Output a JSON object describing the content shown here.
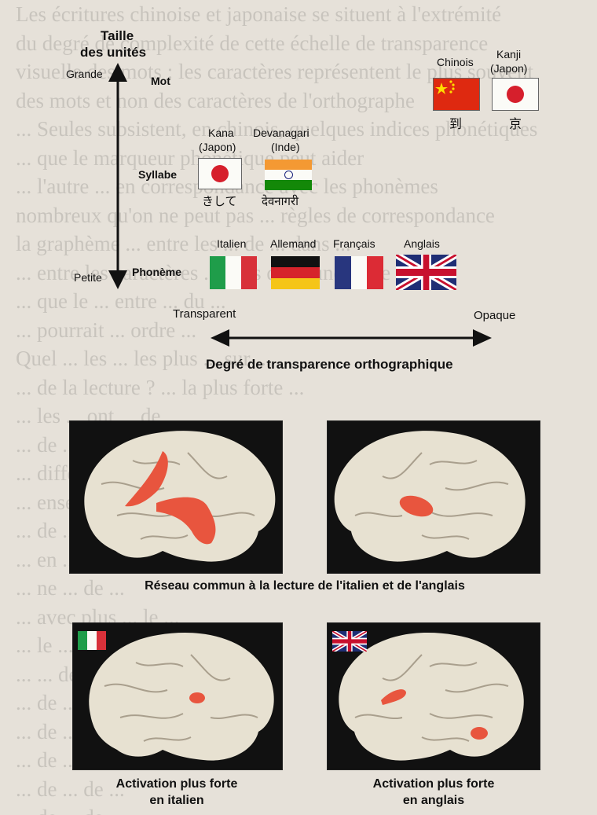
{
  "background_text": [
    "Les écritures chinoise et japonaise se situent à l'extrémité",
    "du degré de complexité de cette échelle de transparence",
    "visuelle des mots : les caractères représentent le plus souvent",
    "des mots et non des caractères de l'orthographe",
    "... Seules subsistent, en chinois, quelques indices phonétiques",
    "... que le marqueur phonétique peut aider",
    "... l'autre ... en correspondance avec les phonèmes",
    "nombreux qu'on ne peut pas ... règles de correspondance",
    "la graphème ... entre les ... de ... dans ...",
    "... entre les caractères ... sans que l'une règle ...",
    "... que le ... entre ... du ...",
    "... pourrait ... ordre ...",
    "Quel ... les ... les plus ... sur ...",
    "... de la lecture ? ... la plus forte ...",
    "... les ... ont ... de ...",
    "... de ... de ...",
    "... différentes ... des ...",
    "... ensemble ... tous ...",
    "... de ... avec ...",
    "... en ... du ...",
    "... ne ... de ...",
    "... avec plus ... le ...",
    "... le ... de ...",
    "... ... de ...",
    "... de ... de ...",
    "... de ... et ...",
    "... de ... de ...",
    "... de ... de ...",
    "... de ... de ..."
  ],
  "axis_y": {
    "title_line1": "Taille",
    "title_line2": "des unités",
    "top_label": "Grande",
    "bottom_label": "Petite",
    "levels": {
      "mot": "Mot",
      "syllabe": "Syllabe",
      "phoneme": "Phonème"
    }
  },
  "axis_x": {
    "left_label": "Transparent",
    "right_label": "Opaque",
    "title": "Degré de transparence orthographique"
  },
  "languages": [
    {
      "name": "Chinois",
      "script": "到"
    },
    {
      "name": "Kanji",
      "sub": "(Japon)",
      "script": "京"
    },
    {
      "name": "Kana",
      "sub": "(Japon)",
      "script": "きして"
    },
    {
      "name": "Devanagari",
      "sub": "(Inde)",
      "script": "देवनागरी"
    },
    {
      "name": "Italien"
    },
    {
      "name": "Allemand"
    },
    {
      "name": "Français"
    },
    {
      "name": "Anglais"
    }
  ],
  "captions": {
    "common": "Réseau commun à la lecture de l'italien et de l'anglais",
    "italian_line1": "Activation plus forte",
    "italian_line2": "en italien",
    "english_line1": "Activation plus forte",
    "english_line2": "en anglais"
  },
  "colors": {
    "activation": "#e8553e",
    "panel_bg": "#111111",
    "brain": "#e7e1d1"
  }
}
